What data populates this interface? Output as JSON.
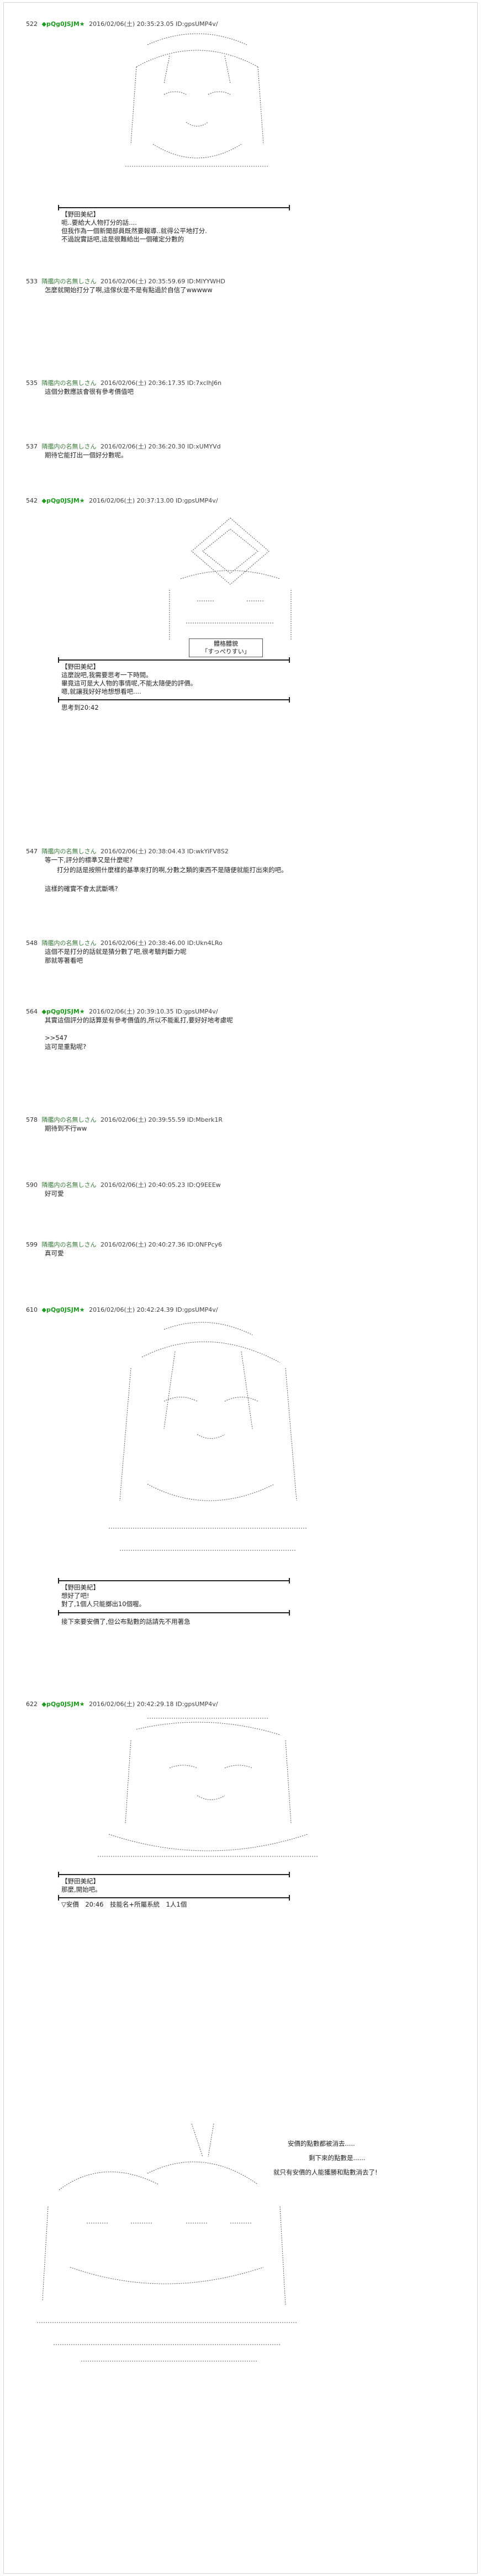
{
  "posts": [
    {
      "num": "522",
      "name": "◆pQg0JSJM★",
      "name_kind": "author",
      "date": "2016/02/06(土) 20:35:23.05 ID:gpsUMP4v/",
      "tag": "【野田美紀】",
      "lines": [
        "呃..要給大人物打分的話....",
        "但我作為一個新聞部員既然要報導..就得公平地打分.",
        "不過說實話吧,這是很難給出一個確定分數的"
      ]
    },
    {
      "num": "533",
      "name": "隣艦内の名無しさん",
      "name_kind": "anon",
      "date": "2016/02/06(土) 20:35:59.69 ID:MlYYWHD",
      "lines": [
        "怎麼就開始打分了啊,這傢伙是不是有點過於自信了wwwww"
      ]
    },
    {
      "num": "535",
      "name": "隣艦内の名無しさん",
      "name_kind": "anon",
      "date": "2016/02/06(土) 20:36:17.35 ID:7xcIhJ6n",
      "lines": [
        "這個分數應該會很有參考價值吧"
      ]
    },
    {
      "num": "537",
      "name": "隣艦内の名無しさん",
      "name_kind": "anon",
      "date": "2016/02/06(土) 20:36:20.30 ID:xUMYVd",
      "lines": [
        "期待它能打出一個好分數呢。"
      ]
    },
    {
      "num": "542",
      "name": "◆pQg0JSJM★",
      "name_kind": "author",
      "date": "2016/02/06(土) 20:37:13.00 ID:gpsUMP4v/",
      "sign": [
        "體格體貌",
        "「すっぺりすい」"
      ],
      "tag": "【野田美紀】",
      "lines": [
        "這麼說吧,我需要思考一下時間。",
        "畢竟這可是大人物的事情呢,不能太隨便的評價。",
        "嗯,就讓我好好地想想看吧...."
      ],
      "footer": "思考到20:42"
    },
    {
      "num": "547",
      "name": "隣艦内の名無しさん",
      "name_kind": "anon",
      "date": "2016/02/06(土) 20:38:04.43 ID:wkYiFV8S2",
      "lines": [
        "等一下,評分的標準又是什麼呢?",
        "打分的話是按照什麼樣的基準來打的啊,分數之類的東西不是隨便就能打出來的吧。",
        "這樣的確實不會太武斷嗎?"
      ]
    },
    {
      "num": "548",
      "name": "隣艦内の名無しさん",
      "name_kind": "anon",
      "date": "2016/02/06(土) 20:38:46.00 ID:Ukn4LRo",
      "lines": [
        "這個不是打分的話就是猜分數了吧,很考驗判斷力呢",
        "那就等著看吧"
      ]
    },
    {
      "num": "564",
      "name": "◆pQg0JSJM★",
      "name_kind": "author",
      "date": "2016/02/06(土) 20:39:10.35 ID:gpsUMP4v/",
      "lines": [
        "其實這個評分的話算是有參考價值的,所以不能亂打,要好好地考慮呢",
        "",
        ">>547",
        "這可是重點呢?"
      ]
    },
    {
      "num": "578",
      "name": "隣艦内の名無しさん",
      "name_kind": "anon",
      "date": "2016/02/06(土) 20:39:55.59 ID:Mberk1R",
      "lines": [
        "期待到不行ww"
      ]
    },
    {
      "num": "590",
      "name": "隣艦内の名無しさん",
      "name_kind": "anon",
      "date": "2016/02/06(土) 20:40:05.23 ID:Q9EEEw",
      "lines": [
        "好可愛"
      ]
    },
    {
      "num": "599",
      "name": "隣艦内の名無しさん",
      "name_kind": "anon",
      "date": "2016/02/06(土) 20:40:27.36 ID:0NFPcy6",
      "lines": [
        "真可愛"
      ]
    },
    {
      "num": "610",
      "name": "◆pQg0JSJM★",
      "name_kind": "author",
      "date": "2016/02/06(土) 20:42:24.39 ID:gpsUMP4v/",
      "tag": "【野田美紀】",
      "lines": [
        "想好了吧!",
        "對了,1個人只能擲出10個喔。"
      ],
      "footer": "接下來要安價了,但公布點數的話請先不用著急"
    },
    {
      "num": "622",
      "name": "◆pQg0JSJM★",
      "name_kind": "author",
      "date": "2016/02/06(土) 20:42:29.18 ID:gpsUMP4v/",
      "tag": "【野田美紀】",
      "lines": [
        "那麼,開始吧。"
      ],
      "footer": "▽安價　20:46　技能名+所屬系統　1人1個"
    },
    {
      "num": "",
      "lines": [],
      "side": [
        "安價的點數都被消去.....",
        "剩下來的點數是......",
        "就只有安價的人能獲勝和點數消去了!"
      ]
    }
  ]
}
